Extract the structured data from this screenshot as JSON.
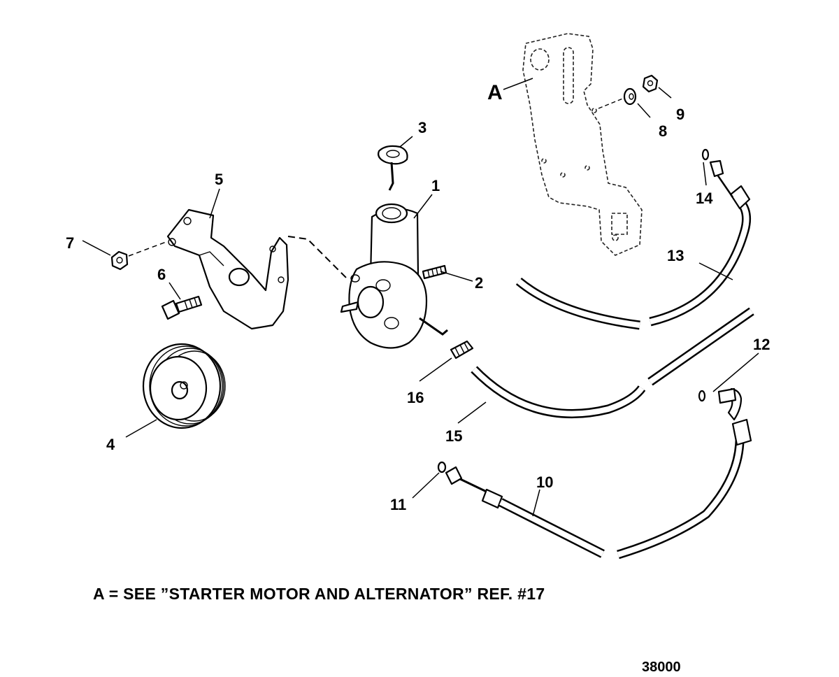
{
  "diagram": {
    "callouts": {
      "c1": "1",
      "c2": "2",
      "c3": "3",
      "c4": "4",
      "c5": "5",
      "c6": "6",
      "c7": "7",
      "c8": "8",
      "c9": "9",
      "c10": "10",
      "c11": "11",
      "c12": "12",
      "c13": "13",
      "c14": "14",
      "c15": "15",
      "c16": "16",
      "cA": "A"
    },
    "note": "A = SEE ”STARTER MOTOR AND ALTERNATOR” REF. #17",
    "reference_number": "38000"
  }
}
